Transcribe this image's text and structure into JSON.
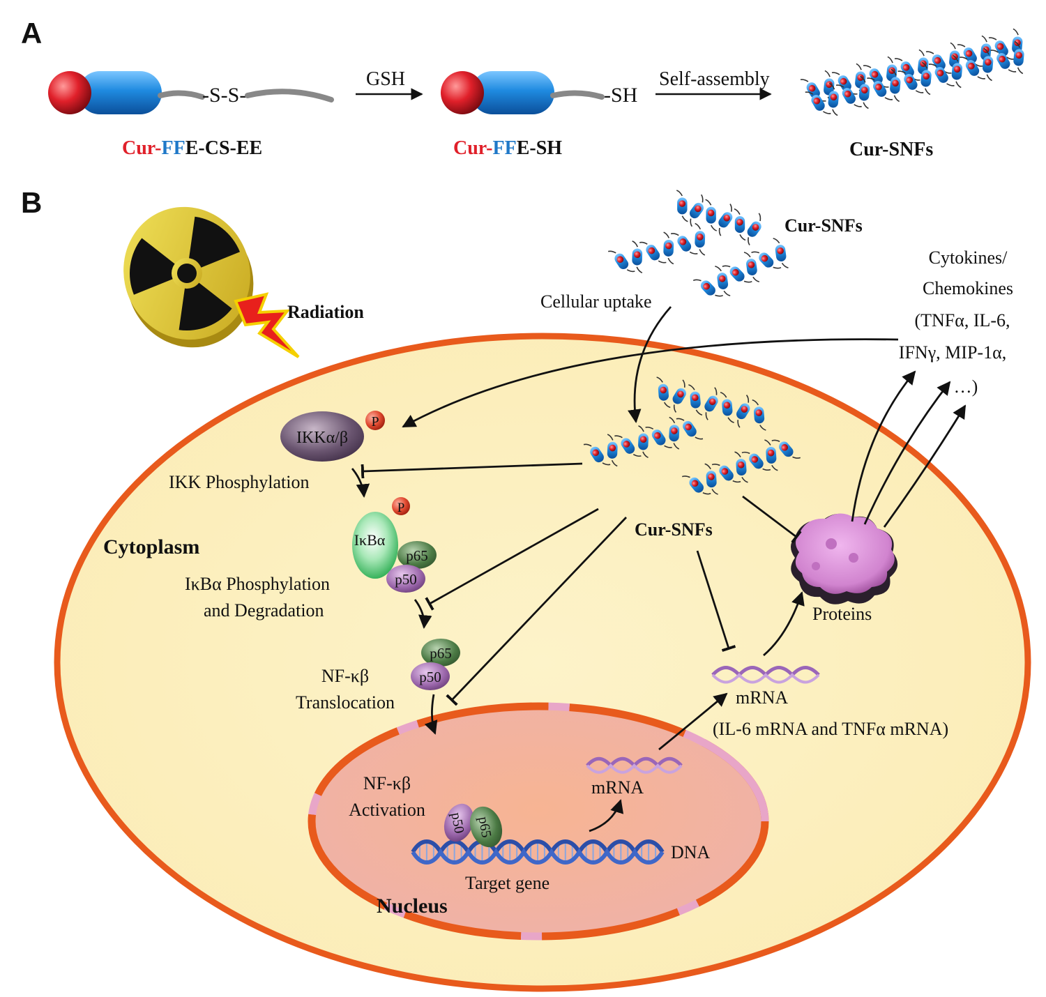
{
  "panel_a": {
    "label": "A",
    "step_arrow_1": "GSH",
    "step_arrow_2": "Self-assembly",
    "disulfide": "-S-S-",
    "thiol": "-SH",
    "molecule_1": {
      "cur": "Cur-",
      "ff": "FF",
      "rest": "E-CS-EE"
    },
    "molecule_2": {
      "cur": "Cur-",
      "ff": "FF",
      "rest": "E-SH"
    },
    "fiber": "Cur-SNFs"
  },
  "panel_b": {
    "label": "B",
    "radiation": "Radiation",
    "cur_snfs_top": "Cur-SNFs",
    "cellular_uptake": "Cellular  uptake",
    "cytokines": [
      "Cytokines/",
      "Chemokines",
      "(TNFα, IL-6,",
      "IFNγ, MIP-1α,",
      "…)"
    ],
    "ikk": "IKKα/β",
    "phospho": "P",
    "ikk_phosphylation": "IKK Phosphylation",
    "ikba": "IκBα",
    "p65": "p65",
    "p50": "p50",
    "ikba_phospho": [
      "IκBα Phosphylation",
      "and Degradation"
    ],
    "cytoplasm": "Cytoplasm",
    "cur_snfs_center": "Cur-SNFs",
    "nfkb_translocation": [
      "NF-κβ",
      "Translocation"
    ],
    "proteins": "Proteins",
    "mrna_cyto": "mRNA",
    "mrna_cyto_detail": "(IL-6 mRNA and TNFα mRNA)",
    "nfkb_activation": [
      "NF-κβ",
      "Activation"
    ],
    "mrna_nucleus": "mRNA",
    "dna": "DNA",
    "target_gene": "Target gene",
    "nucleus": "Nucleus"
  },
  "colors": {
    "cur_red": "#e0202a",
    "ff_blue": "#1f78c8",
    "cell_fill": "#fdf1c2",
    "cell_membrane": "#e85a1c",
    "nucleus_fill": "#f4b59c",
    "ikk_purple": "#5a4760",
    "ikba_green": "#1fa84a",
    "p65_green": "#3e6b3a",
    "p50_purple": "#8b5a9a",
    "protein_pink": "#d98cd4",
    "mrna_purple": "#9a66b8",
    "dna_blue": "#2c4ea8"
  }
}
